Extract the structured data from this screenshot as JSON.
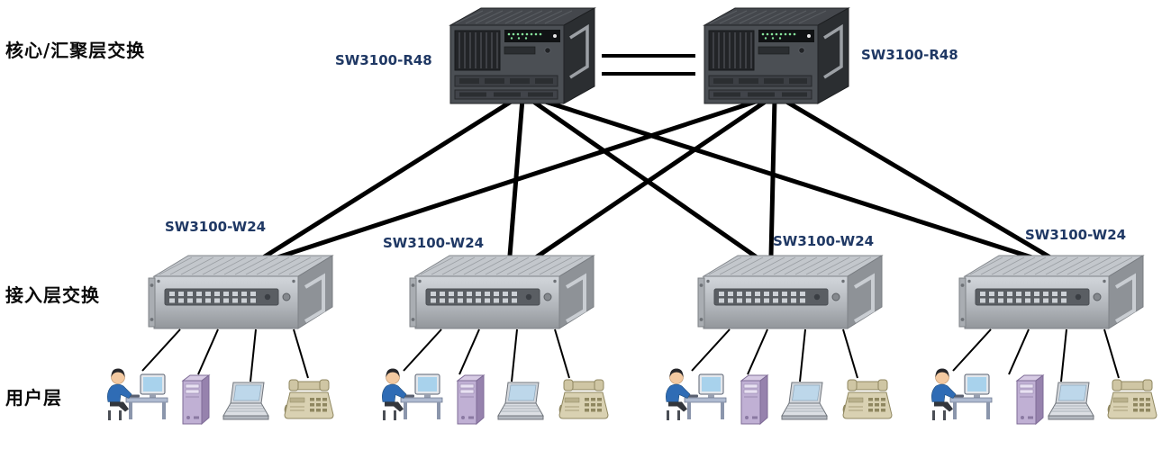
{
  "diagram_type": "network-topology",
  "tier_labels": {
    "core": "核心/汇聚层交换",
    "access": "接入层交换",
    "user": "用户层"
  },
  "core_switches": [
    {
      "id": "core-1",
      "label": "SW3100-R48"
    },
    {
      "id": "core-2",
      "label": "SW3100-R48"
    }
  ],
  "access_switches": [
    {
      "id": "access-1",
      "label": "SW3100-W24"
    },
    {
      "id": "access-2",
      "label": "SW3100-W24"
    },
    {
      "id": "access-3",
      "label": "SW3100-W24"
    },
    {
      "id": "access-4",
      "label": "SW3100-W24"
    }
  ],
  "user_device_types": [
    "workstation",
    "tower-pc",
    "laptop",
    "telephone"
  ],
  "connections": {
    "core_interlink": {
      "from": "core-1",
      "to": "core-2",
      "link_count": 2
    },
    "core_to_access": [
      [
        "core-1",
        "access-1"
      ],
      [
        "core-1",
        "access-2"
      ],
      [
        "core-1",
        "access-3"
      ],
      [
        "core-1",
        "access-4"
      ],
      [
        "core-2",
        "access-1"
      ],
      [
        "core-2",
        "access-2"
      ],
      [
        "core-2",
        "access-3"
      ],
      [
        "core-2",
        "access-4"
      ]
    ],
    "access_to_users": "each access switch links to one workstation, one tower-pc, one laptop and one telephone"
  },
  "colors": {
    "device_label": "#1f3864",
    "tier_label": "#0a0a0a",
    "link_line": "#000000",
    "background": "#ffffff"
  }
}
